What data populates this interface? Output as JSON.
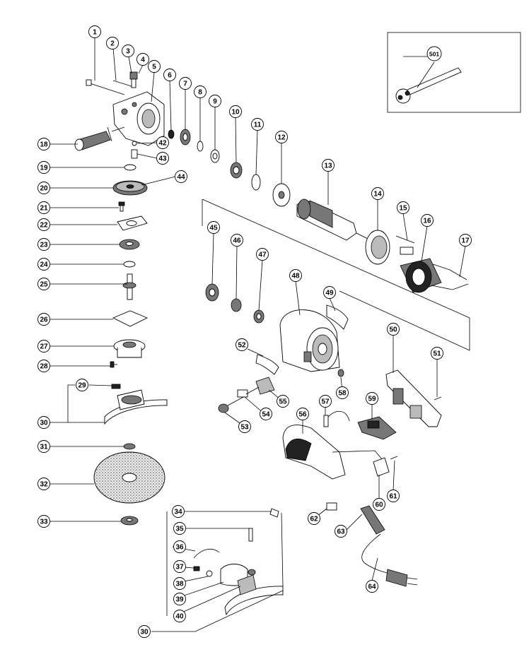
{
  "callouts": {
    "c1": "1",
    "c2": "2",
    "c3": "3",
    "c4": "4",
    "c5": "5",
    "c6": "6",
    "c7": "7",
    "c8": "8",
    "c9": "9",
    "c10": "10",
    "c11": "11",
    "c12": "12",
    "c13": "13",
    "c14": "14",
    "c15": "15",
    "c16": "16",
    "c17": "17",
    "c18": "18",
    "c19": "19",
    "c20": "20",
    "c21": "21",
    "c22": "22",
    "c23": "23",
    "c24": "24",
    "c25": "25",
    "c26": "26",
    "c27": "27",
    "c28": "28",
    "c29": "29",
    "c30a": "30",
    "c30b": "30",
    "c31": "31",
    "c32": "32",
    "c33": "33",
    "c34": "34",
    "c35": "35",
    "c36": "36",
    "c37": "37",
    "c38": "38",
    "c39": "39",
    "c40": "40",
    "c42": "42",
    "c43": "43",
    "c44": "44",
    "c45": "45",
    "c46": "46",
    "c47": "47",
    "c48": "48",
    "c49": "49",
    "c50": "50",
    "c51": "51",
    "c52": "52",
    "c53": "53",
    "c54": "54",
    "c55": "55",
    "c56": "56",
    "c57": "57",
    "c58": "58",
    "c59": "59",
    "c60": "60",
    "c61": "61",
    "c62": "62",
    "c63": "63",
    "c64": "64",
    "c501": "501"
  },
  "colors": {
    "line": "#000000",
    "part_fill": "#ffffff",
    "dark": "#777777"
  }
}
